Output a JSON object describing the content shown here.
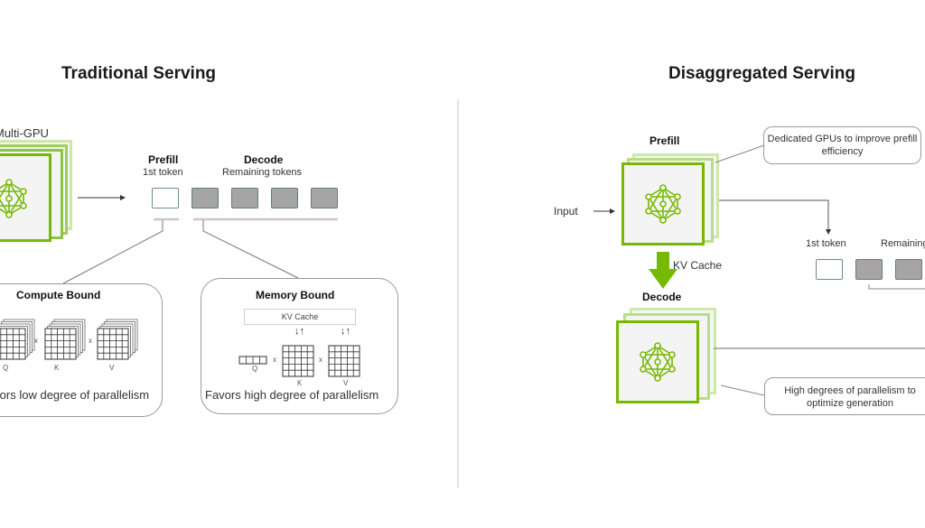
{
  "left": {
    "title": "Traditional Serving",
    "gpu_label": "Multi-GPU",
    "prefill": {
      "heading": "Prefill",
      "sub": "1st token"
    },
    "decode": {
      "heading": "Decode",
      "sub": "Remaining tokens"
    },
    "tokens": [
      "empty",
      "filled",
      "filled",
      "filled",
      "filled"
    ],
    "compute_box": {
      "heading": "Compute Bound",
      "matrices": [
        "Q",
        "K",
        "V"
      ],
      "op": "x",
      "footer": "Favors low degree of parallelism"
    },
    "memory_box": {
      "heading": "Memory Bound",
      "kv_cache": "KV Cache",
      "arrows": "↓↑",
      "matrices": [
        "Q",
        "K",
        "V"
      ],
      "op": "x",
      "footer": "Favors high degree of parallelism"
    }
  },
  "right": {
    "title": "Disaggregated Serving",
    "input_label": "Input",
    "prefill_label": "Prefill",
    "decode_label": "Decode",
    "kv_cache_label": "KV Cache",
    "prefill_note": "Dedicated GPUs to improve prefill efficiency",
    "decode_note": "High degrees of parallelism to optimize generation",
    "first_token_label": "1st token",
    "remaining_label": "Remaining tokens",
    "tokens": [
      "empty",
      "filled",
      "filled"
    ]
  },
  "colors": {
    "nvidia_green": "#76b900",
    "green_mid": "#9fd05a",
    "green_light": "#cde8a8",
    "token_fill": "#a5a5a5",
    "token_border": "#6b8f80",
    "divider": "#e2e2e2"
  }
}
